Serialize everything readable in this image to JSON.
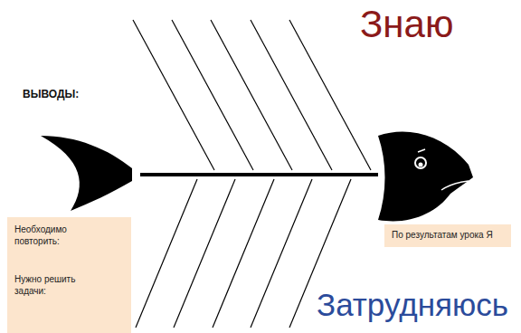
{
  "diagram": {
    "nodes": [
      {
        "text": [
          "Необходимо повторить:",
          "Нужно решить задачи:"
        ]
      },
      {
        "text": [
          "По результатам урока Я"
        ]
      }
    ],
    "labels": [
      "Знаю",
      "ВЫВОДЫ:",
      "Затрудняюсь"
    ]
  }
}
